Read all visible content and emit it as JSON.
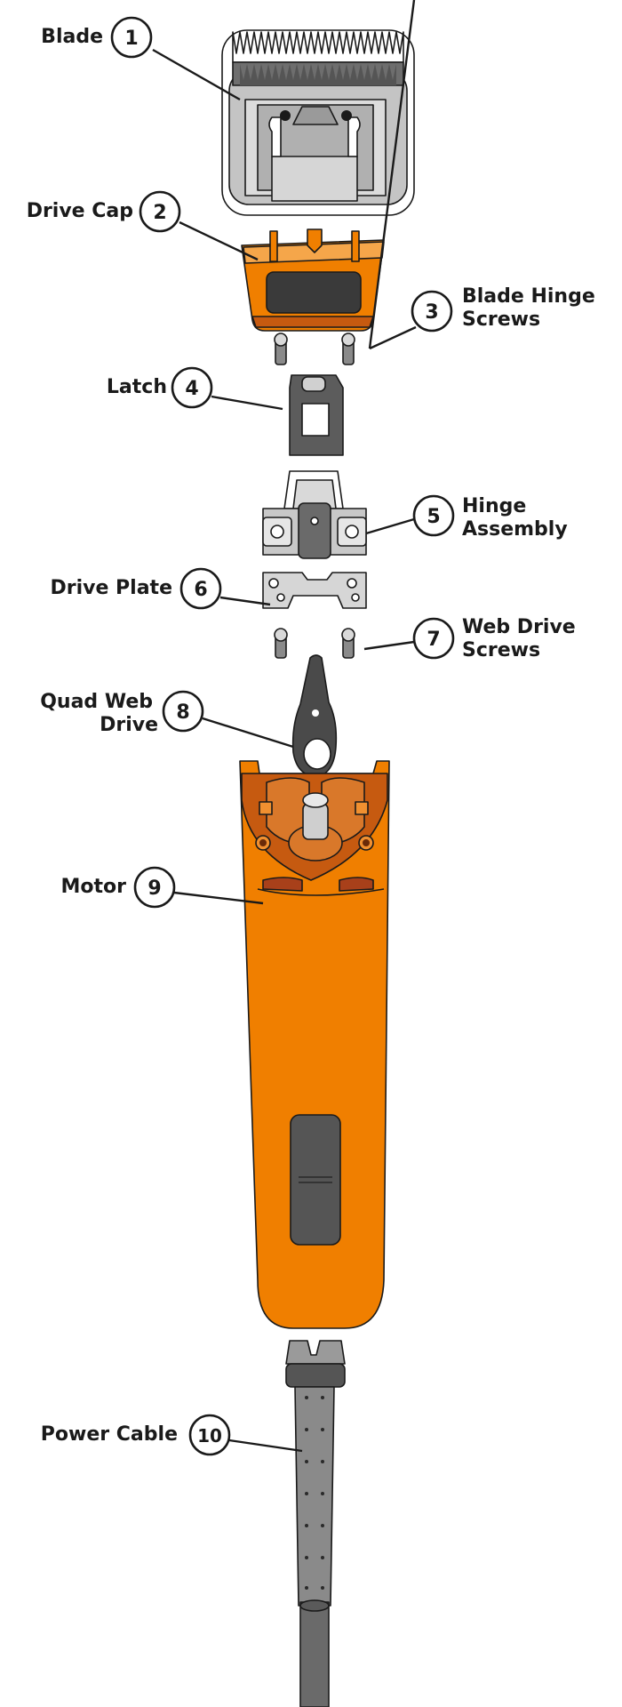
{
  "callouts": [
    {
      "num": "1",
      "label": "Blade"
    },
    {
      "num": "2",
      "label": "Drive Cap"
    },
    {
      "num": "3",
      "label": "Blade Hinge",
      "label2": "Screws"
    },
    {
      "num": "4",
      "label": "Latch"
    },
    {
      "num": "5",
      "label": "Hinge",
      "label2": "Assembly"
    },
    {
      "num": "6",
      "label": "Drive Plate"
    },
    {
      "num": "7",
      "label": "Web Drive",
      "label2": "Screws"
    },
    {
      "num": "8",
      "label": "Quad Web",
      "label2": "Drive"
    },
    {
      "num": "9",
      "label": "Motor"
    },
    {
      "num": "10",
      "label": "Power Cable"
    }
  ],
  "colors": {
    "orange": "#f07f00",
    "dark_orange": "#c65a10",
    "red_brown": "#a8401a",
    "blade_gray": "#b5b5b5",
    "dark_gray": "#555555",
    "mid_gray": "#8a8a8a",
    "light_gray": "#d9d9d9",
    "outline": "#1a1a1a"
  }
}
